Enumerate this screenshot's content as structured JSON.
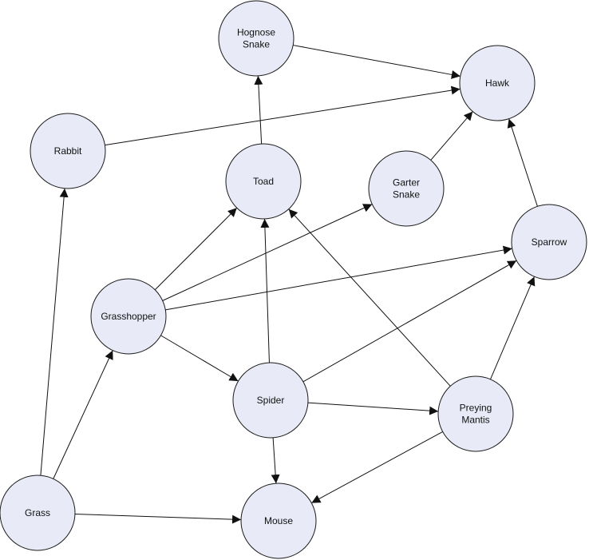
{
  "nodes": [
    {
      "id": "hognose",
      "lines": [
        "Hognose",
        "Snake"
      ]
    },
    {
      "id": "hawk",
      "lines": [
        "Hawk"
      ]
    },
    {
      "id": "rabbit",
      "lines": [
        "Rabbit"
      ]
    },
    {
      "id": "toad",
      "lines": [
        "Toad"
      ]
    },
    {
      "id": "garter",
      "lines": [
        "Garter",
        "Snake"
      ]
    },
    {
      "id": "sparrow",
      "lines": [
        "Sparrow"
      ]
    },
    {
      "id": "grasshopper",
      "lines": [
        "Grasshopper"
      ]
    },
    {
      "id": "spider",
      "lines": [
        "Spider"
      ]
    },
    {
      "id": "mantis",
      "lines": [
        "Preying",
        "Mantis"
      ]
    },
    {
      "id": "grass",
      "lines": [
        "Grass"
      ]
    },
    {
      "id": "mouse",
      "lines": [
        "Mouse"
      ]
    }
  ],
  "edges": [
    {
      "from": "hognose",
      "to": "hawk"
    },
    {
      "from": "rabbit",
      "to": "hawk"
    },
    {
      "from": "garter",
      "to": "hawk"
    },
    {
      "from": "sparrow",
      "to": "hawk"
    },
    {
      "from": "toad",
      "to": "hognose"
    },
    {
      "from": "grasshopper",
      "to": "toad"
    },
    {
      "from": "spider",
      "to": "toad"
    },
    {
      "from": "mantis",
      "to": "toad"
    },
    {
      "from": "grasshopper",
      "to": "garter"
    },
    {
      "from": "grasshopper",
      "to": "sparrow"
    },
    {
      "from": "spider",
      "to": "sparrow"
    },
    {
      "from": "mantis",
      "to": "sparrow"
    },
    {
      "from": "grasshopper",
      "to": "spider"
    },
    {
      "from": "spider",
      "to": "mantis"
    },
    {
      "from": "spider",
      "to": "mouse"
    },
    {
      "from": "mantis",
      "to": "mouse"
    },
    {
      "from": "grass",
      "to": "rabbit"
    },
    {
      "from": "grass",
      "to": "grasshopper"
    },
    {
      "from": "grass",
      "to": "mouse"
    }
  ]
}
